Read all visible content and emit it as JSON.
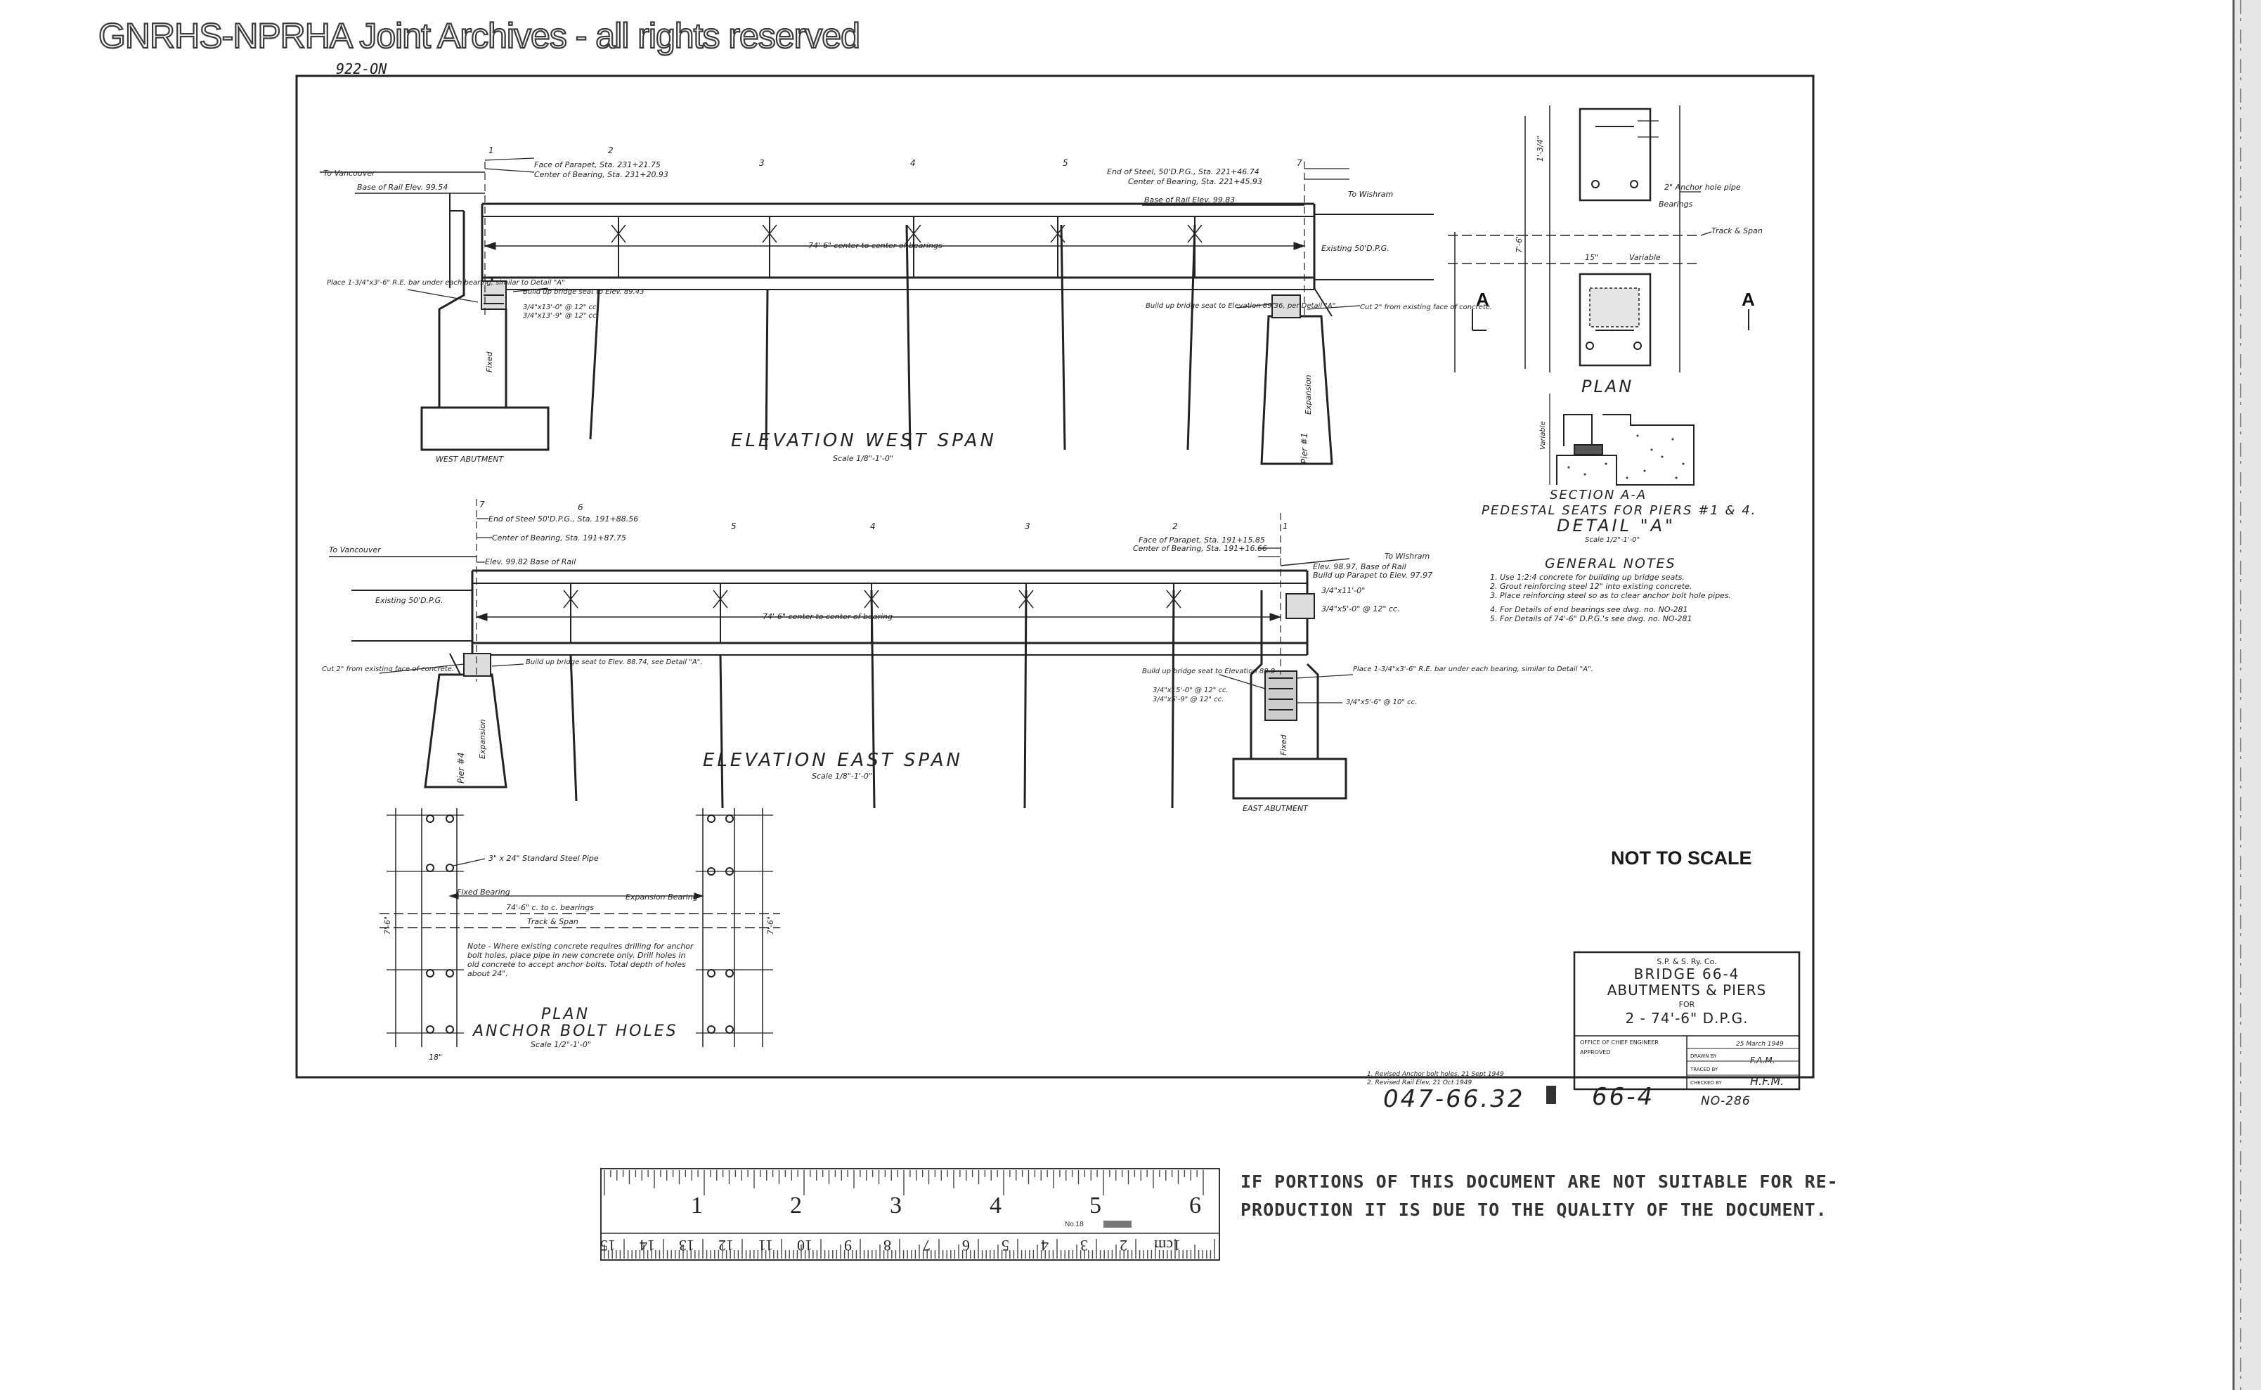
{
  "watermark": "GNRHS-NPRHA Joint Archives - all rights reserved",
  "top_ref": "922-ON",
  "west_span": {
    "title": "ELEVATION WEST SPAN",
    "scale": "Scale 1/8\"-1'-0\"",
    "to_left": "To Vancouver",
    "to_right": "To Wishram",
    "base_rail_left": "Base of Rail Elev. 99.54",
    "base_rail_right": "Base of Rail Elev. 99.83",
    "parapet": "Face of Parapet, Sta. 231+21.75",
    "bearing_left": "Center of Bearing, Sta. 231+20.93",
    "end_steel": "End of Steel, 50'D.P.G., Sta. 221+46.74",
    "bearing_right": "Center of Bearing, Sta. 221+45.93",
    "span_dim": "74'-6\" center to center of bearings",
    "existing": "Existing 50'D.P.G.",
    "place_note": "Place 1-3/4\"x3'-6\" R.E. bar under each bearing, similar to Detail \"A\"",
    "build_up_note": "Build up bridge seat to Elev. 89.43",
    "bar_note1": "3/4\"x13'-0\" @ 12\" cc.",
    "bar_note2": "3/4\"x13'-9\" @ 12\" cc.",
    "build_up_right": "Build up bridge seat to Elevation 89.36, per Detail \"A\".",
    "cut_note": "Cut 2\" from existing face of concrete.",
    "fixed": "Fixed",
    "expansion": "Expansion",
    "abutment": "WEST ABUTMENT",
    "pier_label": "Pier #1"
  },
  "east_span": {
    "title": "ELEVATION EAST SPAN",
    "scale": "Scale 1/8\"-1'-0\"",
    "to_left": "To Vancouver",
    "to_right": "To Wishram",
    "end_steel": "End of Steel 50'D.P.G., Sta. 191+88.56",
    "bearing_left": "Center of Bearing, Sta. 191+87.75",
    "base_rail_left": "Elev. 99.82 Base of Rail",
    "parapet": "Face of Parapet, Sta. 191+15.85",
    "bearing_right": "Center of Bearing, Sta. 191+16.66",
    "elev_right": "Elev. 98.97, Base of Rail",
    "build_parapet": "Build up Parapet to Elev. 97.97",
    "bar_a": "3/4\"x11'-0\"",
    "bar_b": "3/4\"x5'-0\" @ 12\" cc.",
    "existing": "Existing 50'D.P.G.",
    "span_dim": "74'-6\" center to center of bearing",
    "cut_note": "Cut 2\" from existing face of concrete.",
    "build_up_left": "Build up bridge seat to Elev. 88.74, see Detail \"A\".",
    "build_up_right": "Build up bridge seat to Elevation 88.8",
    "bar_c": "3/4\"x15'-0\" @ 12\" cc.",
    "bar_d": "3/4\"x5'-9\" @ 12\" cc.",
    "place_note": "Place 1-3/4\"x3'-6\" R.E. bar under each bearing, similar to Detail \"A\".",
    "bar_e": "3/4\"x5'-6\" @ 10\" cc.",
    "fixed": "Fixed",
    "expansion": "Expansion",
    "abutment": "EAST ABUTMENT",
    "pier_label": "Pier #4"
  },
  "panel_numbers_west": [
    "1",
    "2",
    "3",
    "4",
    "5",
    "7"
  ],
  "panel_numbers_east": [
    "7",
    "6",
    "5",
    "4",
    "3",
    "2",
    "1"
  ],
  "plan_detail": {
    "title": "PLAN",
    "anchor_pipe": "2\" Anchor hole pipe",
    "bearings": "Bearings",
    "track_span": "Track & Span",
    "variable": "Variable",
    "dim_top": "1'-3/4\"",
    "dim_15": "15\"",
    "dim_74": "7'-6\"",
    "section_mark": "A"
  },
  "section_aa": {
    "title": "SECTION A-A",
    "subtitle": "PEDESTAL SEATS FOR PIERS #1 & 4.",
    "detail": "DETAIL \"A\"",
    "scale": "Scale 1/2\"-1'-0\"",
    "variable": "Variable"
  },
  "general_notes": {
    "title": "GENERAL NOTES",
    "items": [
      "1. Use 1:2:4 concrete for building up bridge seats.",
      "2. Grout reinforcing steel 12\" into existing concrete.",
      "3. Place reinforcing steel so as to clear anchor bolt hole pipes.",
      "4. For Details of end bearings see dwg. no. NO-281",
      "5. For Details of 74'-6\" D.P.G.'s see dwg. no. NO-281"
    ]
  },
  "anchor_plan": {
    "title": "PLAN",
    "subtitle": "ANCHOR BOLT HOLES",
    "scale": "Scale 1/2\"-1'-0\"",
    "pipe": "3\" x 24\" Standard Steel Pipe",
    "fixed_bearing": "Fixed Bearing",
    "exp_bearing": "Expansion Bearing",
    "span": "74'-6\" c. to c. bearings",
    "track": "Track & Span",
    "note": "Note - Where existing concrete requires drilling for anchor bolt holes, place pipe in new concrete only. Drill holes in old concrete to accept anchor bolts. Total depth of holes about 24\".",
    "dim_left": "7'-6\"",
    "dim_right": "7'-6\"",
    "dim_bottom": "18\""
  },
  "not_to_scale": "NOT TO SCALE",
  "title_block": {
    "company": "S.P. & S. Ry. Co.",
    "line1": "BRIDGE 66-4",
    "line2": "ABUTMENTS & PIERS",
    "line3": "FOR",
    "line4": "2 - 74'-6\" D.P.G.",
    "office": "OFFICE OF CHIEF ENGINEER",
    "approved": "APPROVED",
    "date": "25 March 1949",
    "drawn": "DRAWN BY",
    "traced": "TRACED BY",
    "checked": "CHECKED BY",
    "initials1": "F.A.M.",
    "initials2": "H.F.M."
  },
  "revision": "1. Revised Anchor bolt holes, 21 Sept 1949",
  "revision2": "2. Revised Rail Elev, 21 Oct 1949",
  "dwg_ref": "047-66.32",
  "bridge_no": "66-4",
  "dwg_no": "NO-286",
  "ruler": {
    "inches": [
      "1",
      "2",
      "3",
      "4",
      "5",
      "6"
    ],
    "cm": [
      "15",
      "14",
      "13",
      "12",
      "11",
      "10",
      "9",
      "8",
      "7",
      "6",
      "5",
      "4",
      "3",
      "2",
      "1cm"
    ],
    "model": "No.18"
  },
  "notice": {
    "line1": "IF PORTIONS OF THIS DOCUMENT ARE NOT SUITABLE FOR RE-",
    "line2": "PRODUCTION IT IS DUE TO THE QUALITY OF THE DOCUMENT."
  }
}
